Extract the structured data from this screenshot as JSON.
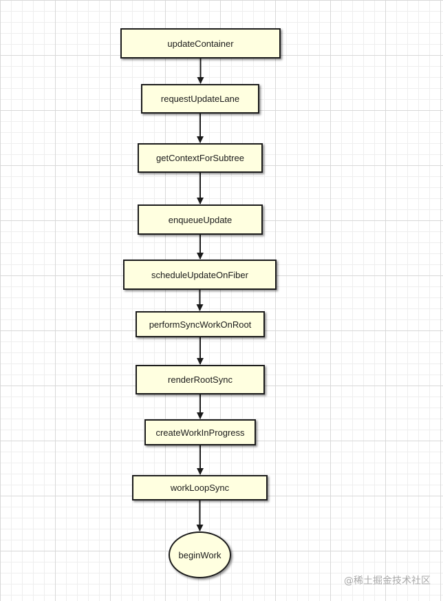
{
  "flowchart": {
    "nodes": [
      {
        "id": "n1",
        "label": "updateContainer",
        "shape": "rect"
      },
      {
        "id": "n2",
        "label": "requestUpdateLane",
        "shape": "rect"
      },
      {
        "id": "n3",
        "label": "getContextForSubtree",
        "shape": "rect"
      },
      {
        "id": "n4",
        "label": "enqueueUpdate",
        "shape": "rect"
      },
      {
        "id": "n5",
        "label": "scheduleUpdateOnFiber",
        "shape": "rect"
      },
      {
        "id": "n6",
        "label": "performSyncWorkOnRoot",
        "shape": "rect"
      },
      {
        "id": "n7",
        "label": "renderRootSync",
        "shape": "rect"
      },
      {
        "id": "n8",
        "label": "createWorkInProgress",
        "shape": "rect"
      },
      {
        "id": "n9",
        "label": "workLoopSync",
        "shape": "rect"
      },
      {
        "id": "n10",
        "label": "beginWork",
        "shape": "ellipse"
      }
    ],
    "edges": [
      {
        "from": "n1",
        "to": "n2"
      },
      {
        "from": "n2",
        "to": "n3"
      },
      {
        "from": "n3",
        "to": "n4"
      },
      {
        "from": "n4",
        "to": "n5"
      },
      {
        "from": "n5",
        "to": "n6"
      },
      {
        "from": "n6",
        "to": "n7"
      },
      {
        "from": "n7",
        "to": "n8"
      },
      {
        "from": "n8",
        "to": "n9"
      },
      {
        "from": "n9",
        "to": "n10"
      }
    ]
  },
  "watermark": "@稀土掘金技术社区",
  "colors": {
    "node_fill": "#ffffe0",
    "node_border": "#1a1a1a",
    "arrow": "#1a1a1a",
    "grid": "#d8d8d8"
  }
}
